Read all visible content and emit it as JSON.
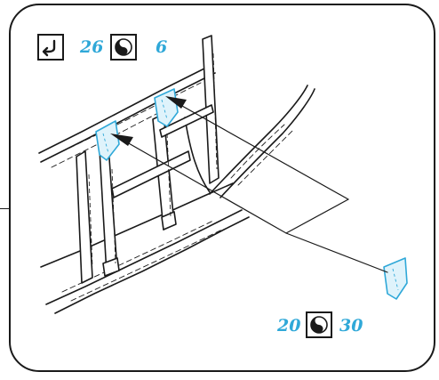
{
  "step_header": {
    "rotate_icon": "rotate-arrow-icon",
    "rotate_value": "26",
    "glue_icon": "yin-yang-glue-icon",
    "glue_value": "6"
  },
  "callout": {
    "first_value": "20",
    "icon": "yin-yang-glue-icon",
    "second_value": "30"
  },
  "colors": {
    "line": "#1a1a1a",
    "accent": "#2fa8d8",
    "part_fill": "#dff3fb"
  }
}
